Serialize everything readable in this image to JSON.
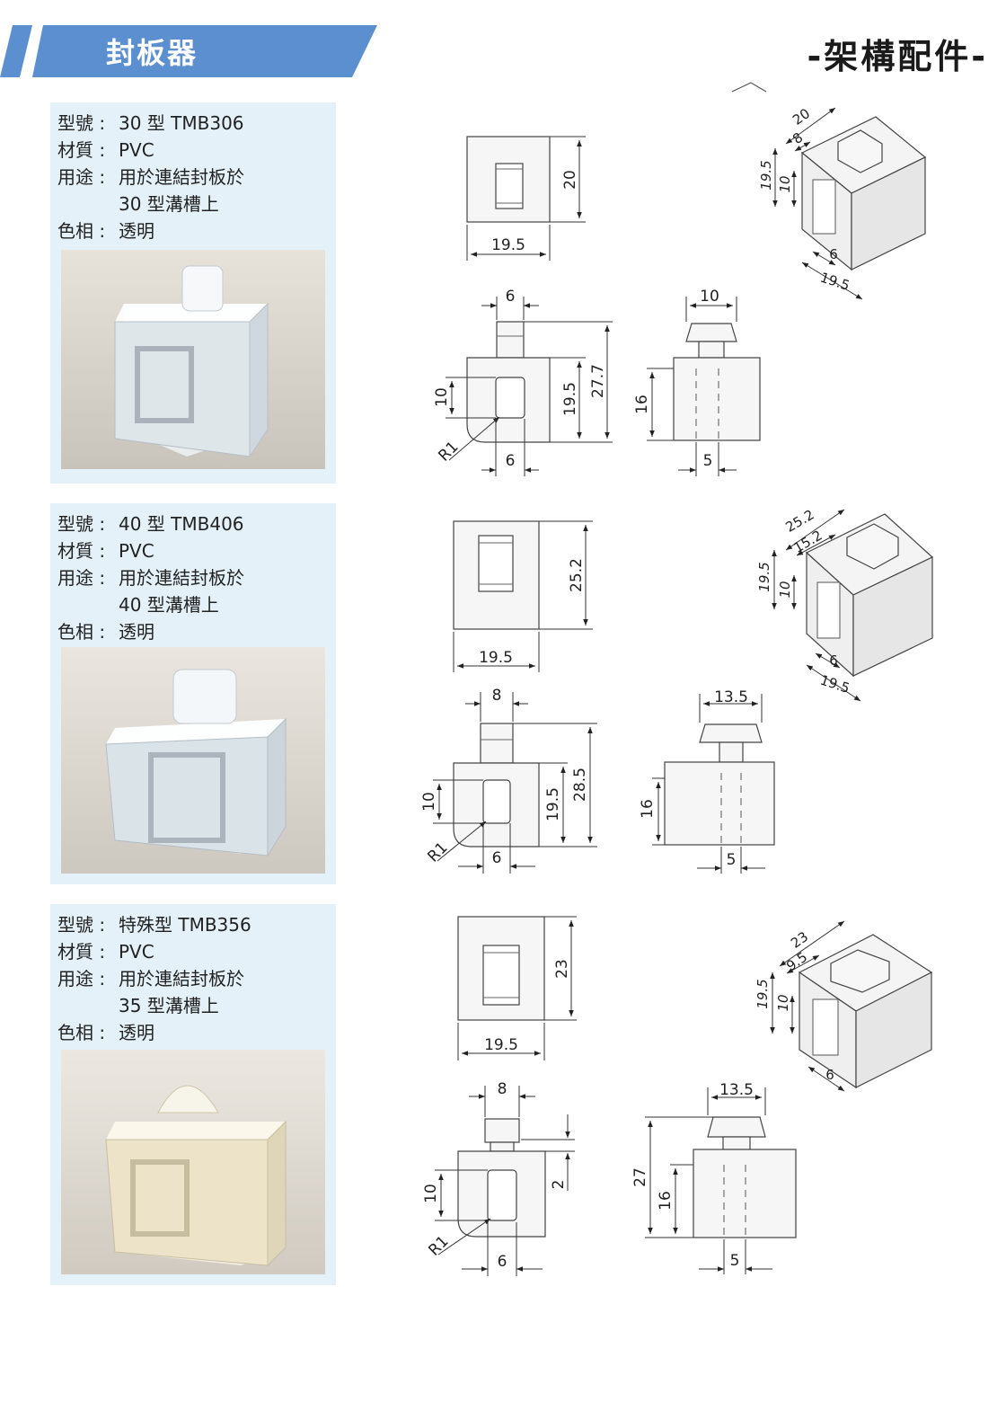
{
  "header": {
    "title": "封板器",
    "category": "-架構配件-",
    "banner_color": "#5b8fd0"
  },
  "products": [
    {
      "model_key": "型號 :",
      "model": "30 型 TMB306",
      "material_key": "材質 :",
      "material": "PVC",
      "usage_key": "用途 :",
      "usage_1": "用於連結封板於",
      "usage_2": "30 型溝槽上",
      "color_key": "色相 :",
      "color": "透明",
      "dims": {
        "front_h": "20",
        "front_w": "19.5",
        "side_top": "6",
        "side_slot": "10",
        "side_body": "19.5",
        "side_total": "27.7",
        "side_radius": "R1",
        "side_bottom": "6",
        "end_top": "10",
        "end_h": "16",
        "end_bottom": "5",
        "iso_a": "20",
        "iso_b": "8",
        "iso_h": "19.5",
        "iso_slot": "10",
        "iso_6": "6",
        "iso_w": "19.5"
      }
    },
    {
      "model_key": "型號 :",
      "model": "40 型 TMB406",
      "material_key": "材質 :",
      "material": "PVC",
      "usage_key": "用途 :",
      "usage_1": "用於連結封板於",
      "usage_2": "40 型溝槽上",
      "color_key": "色相 :",
      "color": "透明",
      "dims": {
        "front_h": "25.2",
        "front_w": "19.5",
        "side_top": "8",
        "side_slot": "10",
        "side_body": "19.5",
        "side_total": "28.5",
        "side_radius": "R1",
        "side_bottom": "6",
        "end_top": "13.5",
        "end_h": "16",
        "end_bottom": "5",
        "iso_a": "25.2",
        "iso_b": "15.2",
        "iso_h": "19.5",
        "iso_slot": "10",
        "iso_6": "6",
        "iso_w": "19.5"
      }
    },
    {
      "model_key": "型號 :",
      "model": "特殊型 TMB356",
      "material_key": "材質 :",
      "material": "PVC",
      "usage_key": "用途 :",
      "usage_1": "用於連結封板於",
      "usage_2": "35 型溝槽上",
      "color_key": "色相 :",
      "color": "透明",
      "dims": {
        "front_h": "23",
        "front_w": "19.5",
        "side_top": "8",
        "side_slot": "10",
        "side_body": "2",
        "side_radius": "R1",
        "side_bottom": "6",
        "end_top": "13.5",
        "end_total": "27",
        "end_h": "16",
        "end_bottom": "5",
        "iso_a": "23",
        "iso_b": "9.5",
        "iso_h": "19.5",
        "iso_slot": "10",
        "iso_6": "6"
      }
    }
  ]
}
